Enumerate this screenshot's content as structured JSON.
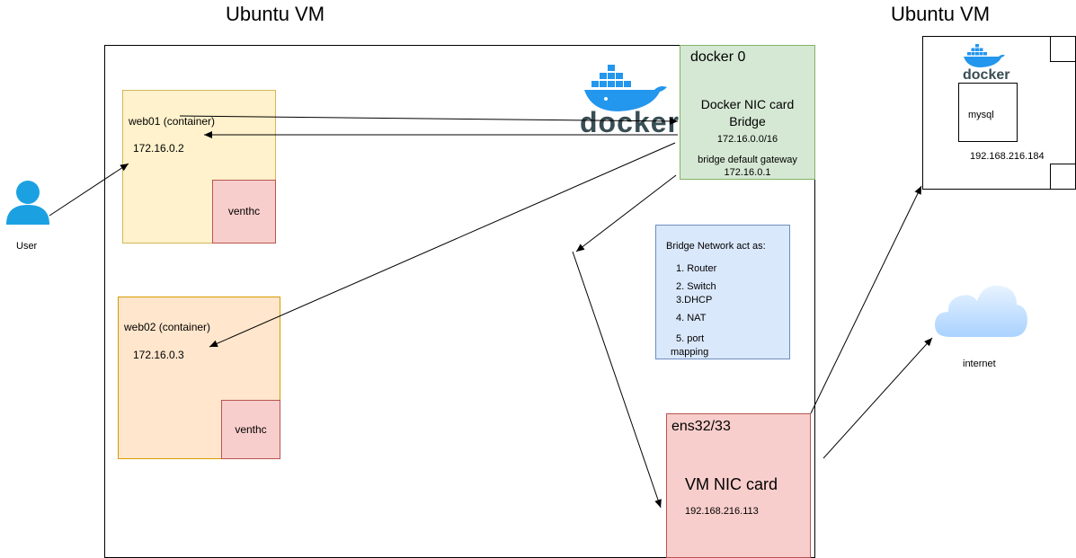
{
  "titles": {
    "left_vm": "Ubuntu VM",
    "right_vm": "Ubuntu VM"
  },
  "user": {
    "label": "User"
  },
  "web01": {
    "name": "web01 (container)",
    "ip": "172.16.0.2",
    "veth": "venthc"
  },
  "web02": {
    "name": "web02 (container)",
    "ip": "172.16.0.3",
    "veth": "venthc"
  },
  "docker_logo_text": "docker",
  "docker0": {
    "header": "docker 0",
    "line1": "Docker NIC card",
    "line2": "Bridge",
    "subnet": "172.16.0.0/16",
    "gw_label": "bridge default gateway",
    "gw_ip": "172.16.0.1"
  },
  "bridge_info": {
    "heading": "Bridge Network act as:",
    "items": [
      "1. Router",
      "2. Switch",
      "3.DHCP",
      "4. NAT",
      "5. port",
      "mapping"
    ]
  },
  "ens": {
    "header": "ens32/33",
    "title": "VM NIC card",
    "ip": "192.168.216.113"
  },
  "right_vm": {
    "docker_text": "docker",
    "mysql": "mysql",
    "ip": "192.168.216.184"
  },
  "internet": {
    "label": "internet"
  },
  "colors": {
    "yellow_fill": "#fff2cc",
    "yellow_stroke": "#d6b656",
    "orange_fill": "#ffe6cc",
    "orange_stroke": "#d79b00",
    "red_fill": "#f8cecc",
    "red_stroke": "#b85450",
    "green_fill": "#d5e8d4",
    "green_stroke": "#82b366",
    "blue_fill": "#dae8fc",
    "blue_stroke": "#6c8ebf",
    "user_blue": "#1ba1e2",
    "docker_blue": "#2396ed",
    "docker_dark": "#394d54"
  }
}
